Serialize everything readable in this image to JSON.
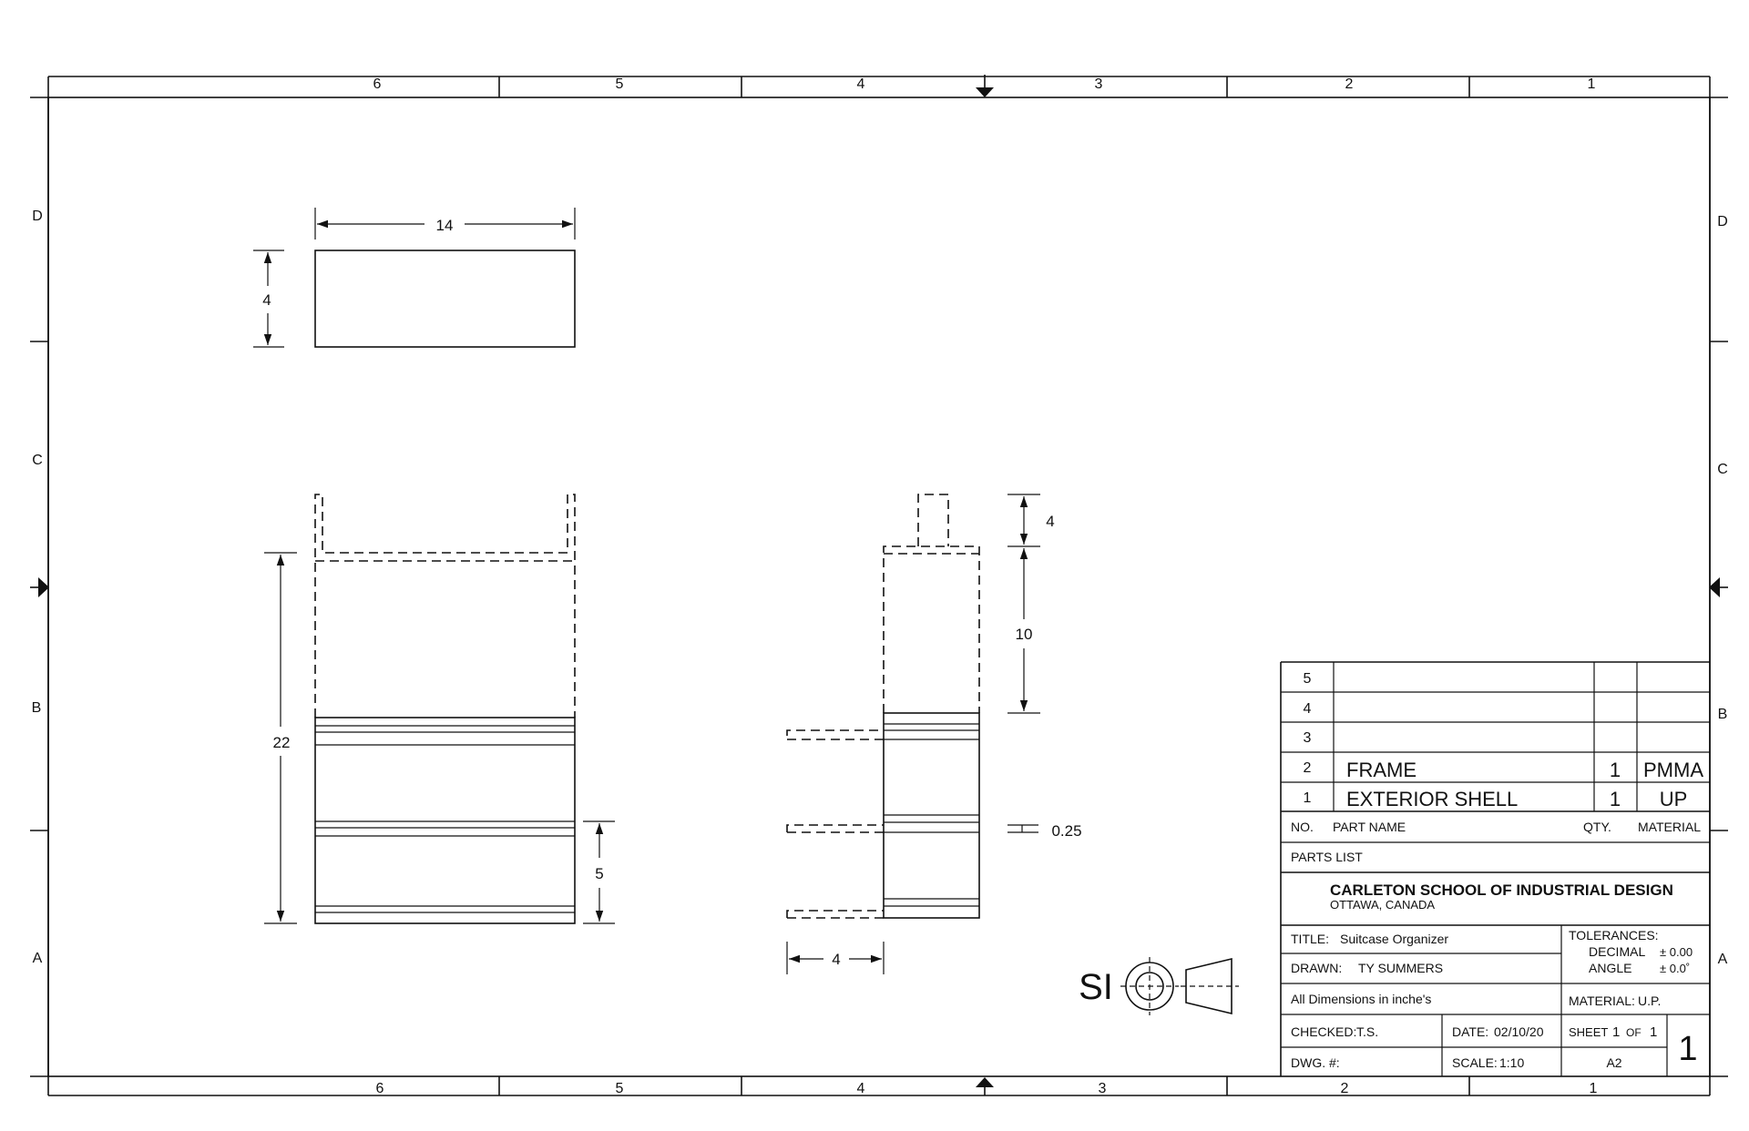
{
  "border": {
    "columns_top": [
      "6",
      "5",
      "4",
      "3",
      "2",
      "1"
    ],
    "columns_bottom": [
      "6",
      "5",
      "4",
      "3",
      "2",
      "1"
    ],
    "rows_left": [
      "D",
      "C",
      "B",
      "A"
    ],
    "rows_right": [
      "D",
      "C",
      "B",
      "A"
    ]
  },
  "dimensions": {
    "top_width": "14",
    "top_height": "4",
    "front_height": "22",
    "front_section": "5",
    "side_tab": "4",
    "side_upper": "10",
    "side_thickness": "0.25",
    "side_depth": "4"
  },
  "projection_symbol": "SI",
  "parts_list": {
    "rows": [
      {
        "no": "5",
        "name": "",
        "qty": "",
        "material": ""
      },
      {
        "no": "4",
        "name": "",
        "qty": "",
        "material": ""
      },
      {
        "no": "3",
        "name": "",
        "qty": "",
        "material": ""
      },
      {
        "no": "2",
        "name": "FRAME",
        "qty": "1",
        "material": "PMMA"
      },
      {
        "no": "1",
        "name": "EXTERIOR SHELL",
        "qty": "1",
        "material": "UP"
      }
    ],
    "header_no": "NO.",
    "header_name": "PART NAME",
    "header_qty": "QTY.",
    "header_material": "MATERIAL",
    "caption": "PARTS LIST"
  },
  "title_block": {
    "school": "CARLETON SCHOOL OF INDUSTRIAL DESIGN",
    "location": "OTTAWA, CANADA",
    "title_label": "TITLE:",
    "title_value": "Suitcase Organizer",
    "drawn_label": "DRAWN:",
    "drawn_value": "TY SUMMERS",
    "dims_note": "All Dimensions in inche's",
    "checked_label": "CHECKED:",
    "checked_value": "T.S.",
    "date_label": "DATE:",
    "date_value": "02/10/20",
    "dwg_label": "DWG. #:",
    "scale_label": "SCALE:",
    "scale_value": "1:10",
    "tolerances_label": "TOLERANCES:",
    "decimal_label": "DECIMAL",
    "decimal_value": "± 0.00",
    "angle_label": "ANGLE",
    "angle_value": "± 0.0˚",
    "material_label": "MATERIAL:",
    "material_value": "U.P.",
    "sheet_label": "SHEET",
    "sheet_num": "1",
    "of_label": "OF",
    "sheet_total": "1",
    "size": "A2",
    "rev": "1"
  }
}
